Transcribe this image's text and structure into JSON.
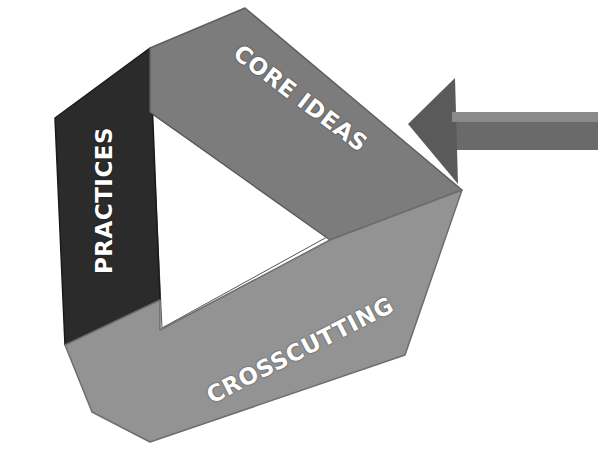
{
  "diagram": {
    "nodes": [
      {
        "text": [
          "PRACTICES"
        ]
      },
      {
        "text": [
          "CORE IDEAS"
        ]
      },
      {
        "text": [
          "CROSSCUTTING"
        ]
      }
    ]
  }
}
